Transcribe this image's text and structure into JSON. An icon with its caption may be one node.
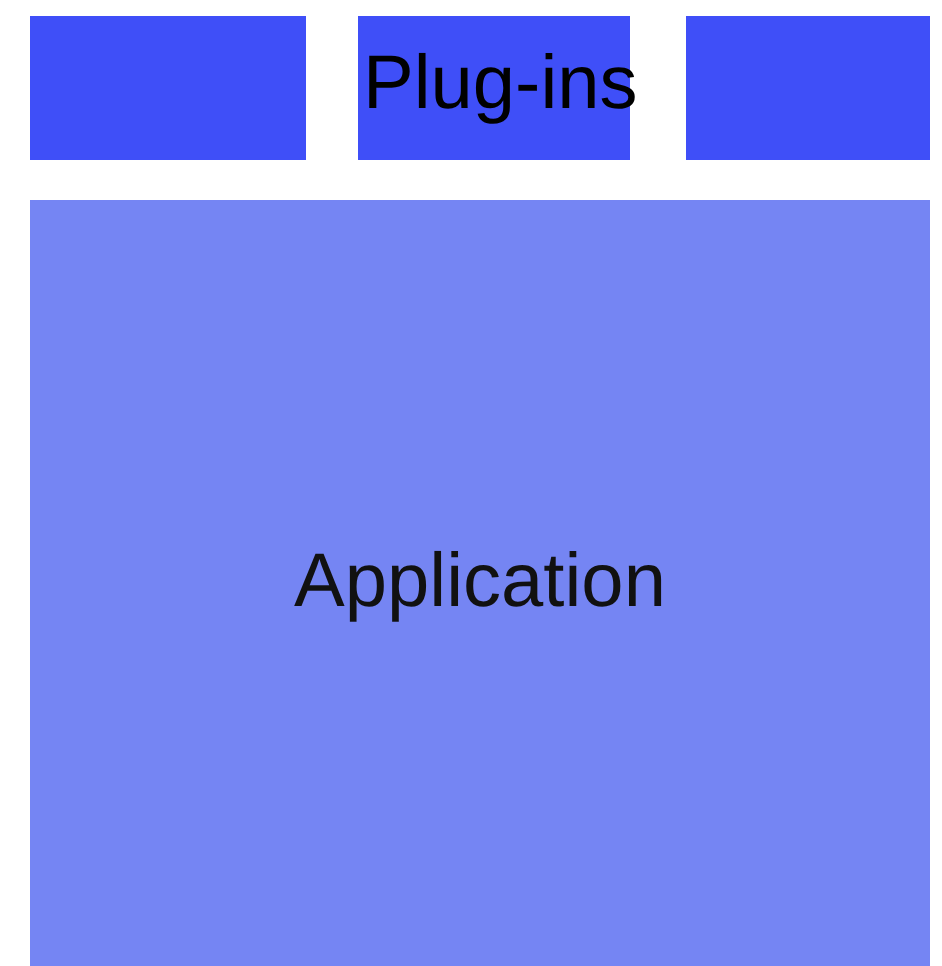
{
  "diagram": {
    "nodes": [
      {
        "text": [],
        "shape": "box"
      },
      {
        "text": [],
        "shape": "box"
      },
      {
        "text": [],
        "shape": "box"
      },
      {
        "text": [
          "Application"
        ]
      }
    ],
    "labels": [
      "Plug-ins"
    ]
  }
}
